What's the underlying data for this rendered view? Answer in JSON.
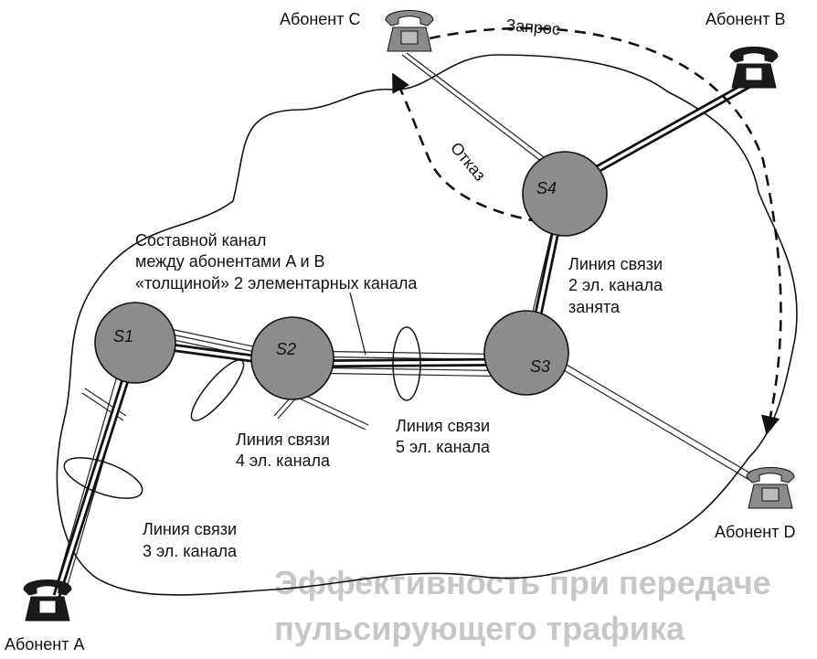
{
  "subscribers": {
    "a": "Абонент A",
    "b": "Абонент B",
    "c": "Абонент C",
    "d": "Абонент D"
  },
  "nodes": {
    "s1": "S1",
    "s2": "S2",
    "s3": "S3",
    "s4": "S4"
  },
  "annotations": {
    "request": "Запрос",
    "refusal": "Отказ",
    "composite_channel": [
      "Составной канал",
      "между абонентами A и B",
      "«толщиной» 2 элементарных канала"
    ],
    "link_s4_s3": [
      "Линия связи",
      "2 эл. канала",
      "занята"
    ],
    "link_s2_s3": [
      "Линия связи",
      "5 эл. канала"
    ],
    "link_s1_s2": [
      "Линия связи",
      "4 эл. канала"
    ],
    "link_a_s1": [
      "Линия связи",
      "3 эл. канала"
    ]
  },
  "bleed_text": [
    "Эффективность при передаче",
    "пульсирующего трафика"
  ],
  "colors": {
    "node_fill": "#8c8c8c",
    "line": "#111111",
    "phone_dark": "#1a1a1a",
    "phone_gray": "#8a8a8a"
  }
}
